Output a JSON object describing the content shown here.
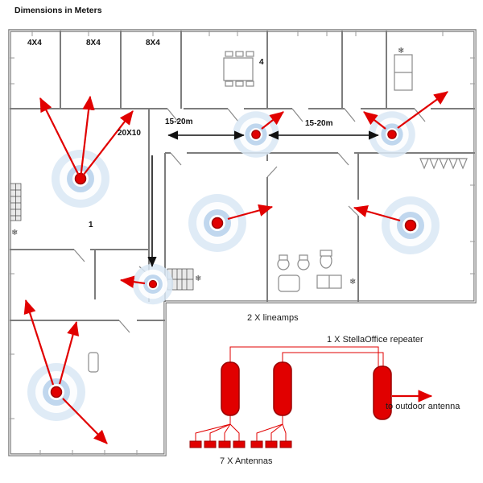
{
  "title": "Dimensions in Meters",
  "floorplan": {
    "room_labels": [
      {
        "text": "4X4"
      },
      {
        "text": "8X4"
      },
      {
        "text": "8X4"
      },
      {
        "text": "20X10"
      },
      {
        "text": "4"
      },
      {
        "text": "1"
      }
    ],
    "distance_labels": [
      {
        "text": "15-20m"
      },
      {
        "text": "15-20m"
      }
    ]
  },
  "schematic": {
    "lineamps_label": "2 X lineamps",
    "repeater_label": "1 X StellaOffice repeater",
    "outdoor_antenna_label": "to outdoor antenna",
    "antennas_label": "7 X Antennas"
  },
  "icons": {
    "snowflake": "❄"
  },
  "colors": {
    "antenna_red": "#e10000",
    "antenna_red_dark": "#9b0000",
    "coverage_blue": "#b9d3ec",
    "coverage_blue_light": "#d9e7f5",
    "wall_gray": "#7d7d7d",
    "arrow_black": "#111111"
  }
}
